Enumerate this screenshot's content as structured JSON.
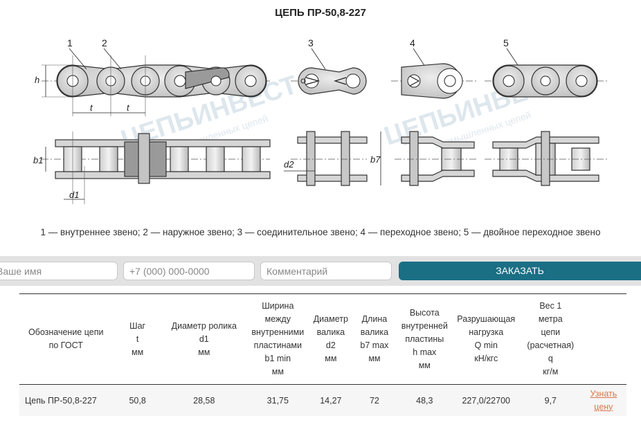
{
  "page": {
    "title": "ЦЕПЬ ПР-50,8-227"
  },
  "diagram": {
    "callouts": [
      "1",
      "2",
      "3",
      "4",
      "5"
    ],
    "dim_labels": {
      "h": "h",
      "t": "t",
      "b1": "b1",
      "d1": "d1",
      "d2": "d2",
      "b7": "b7"
    },
    "watermark": {
      "logo": "ЦЕПЬИНВЕСТ",
      "tagline": "промышленных цепей"
    }
  },
  "legend": "1 — внутреннее звено; 2 — наружное звено; 3 — соединительное звено; 4 — переходное звено; 5 — двойное переходное звено",
  "form": {
    "name_placeholder": "Ваше имя",
    "phone_placeholder": "+7 (000) 000-0000",
    "comment_placeholder": "Комментарий",
    "submit_label": "ЗАКАЗАТЬ"
  },
  "table": {
    "headers": [
      [
        "Обозначение цепи",
        "по ГОСТ"
      ],
      [
        "Шаг",
        "t",
        "мм"
      ],
      [
        "Диаметр ролика",
        "d1",
        "мм"
      ],
      [
        "Ширина",
        "между",
        "внутренними",
        "пластинами",
        "b1 min",
        "мм"
      ],
      [
        "Диаметр",
        "валика",
        "d2",
        "мм"
      ],
      [
        "Длина",
        "валика",
        "b7 max",
        "мм"
      ],
      [
        "Высота",
        "внутренней",
        "пластины",
        "h max",
        "мм"
      ],
      [
        "Разрушающая",
        "нагрузка",
        "Q min",
        "кН/кгс"
      ],
      [
        "Вес 1",
        "метра",
        "цепи",
        "(расчетная)",
        "q",
        "кг/м"
      ],
      []
    ],
    "rows": [
      {
        "designation": "Цепь ПР-50,8-227",
        "pitch": "50,8",
        "roller_d": "28,58",
        "width_b1": "31,75",
        "pin_d": "14,27",
        "pin_len": "72",
        "plate_h": "48,3",
        "load": "227,0/22700",
        "weight": "9,7",
        "price_link": "Узнать цену"
      }
    ]
  }
}
